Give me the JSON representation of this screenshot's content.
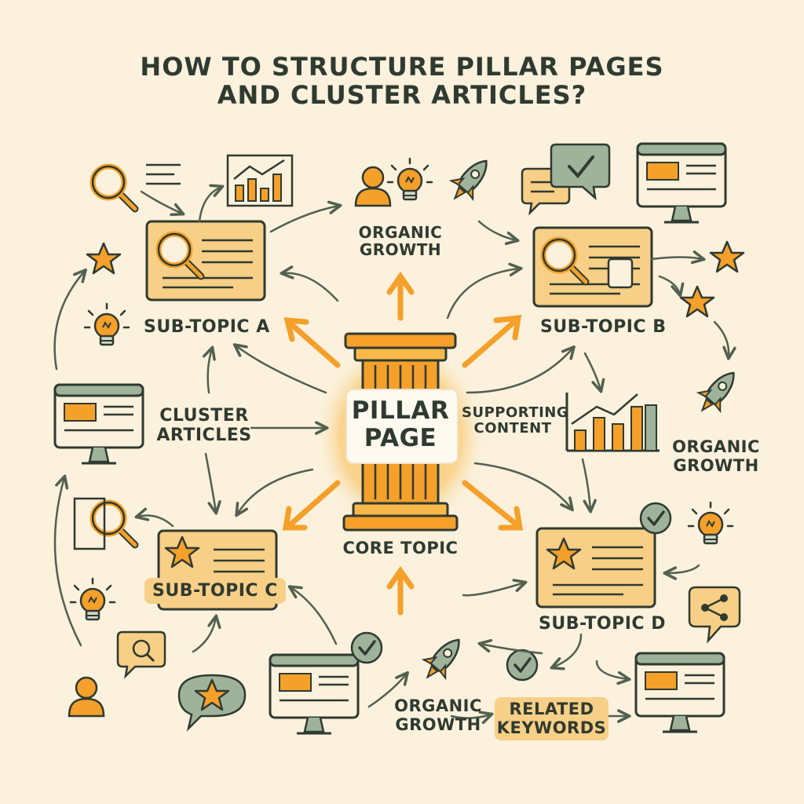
{
  "title": {
    "line1": "HOW TO STRUCTURE PILLAR PAGES",
    "line2": "AND CLUSTER ARTICLES?"
  },
  "center": {
    "line1": "PILLAR",
    "line2": "PAGE",
    "core_topic": "CORE TOPIC"
  },
  "subtopics": {
    "a": "SUB-TOPIC A",
    "b": "SUB-TOPIC B",
    "c": "SUB-TOPIC C",
    "d": "SUB-TOPIC D"
  },
  "labels": {
    "organic_top": {
      "line1": "ORGANIC",
      "line2": "GROWTH"
    },
    "organic_right": {
      "line1": "ORGANIC",
      "line2": "GROWTH"
    },
    "organic_bottom": {
      "line1": "ORGANIC",
      "line2": "GROWTH"
    },
    "cluster_articles": {
      "line1": "CLUSTER",
      "line2": "ARTICLES"
    },
    "supporting_content": {
      "line1": "SUPPORTING",
      "line2": "CONTENT"
    },
    "related_keywords": {
      "line1": "RELATED",
      "line2": "KEYWORDS"
    }
  },
  "colors": {
    "background": "#fbf1dc",
    "orange": "#f5a02a",
    "green": "#9fb39a",
    "ink": "#2f3a31",
    "peach": "#f8cf86"
  }
}
